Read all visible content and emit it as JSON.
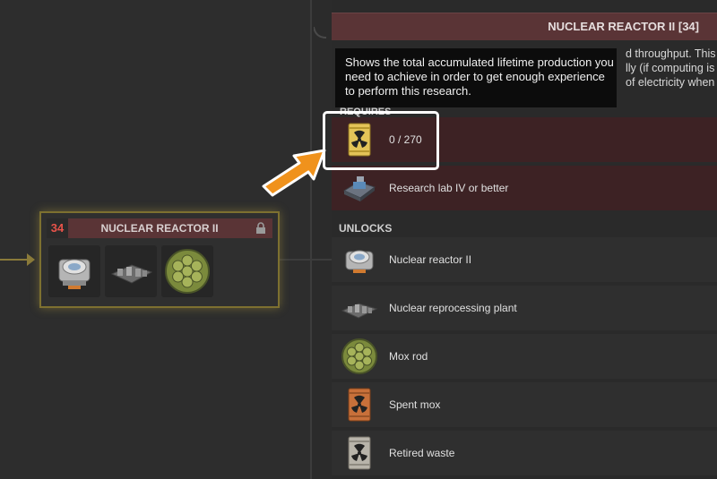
{
  "tree": {
    "node": {
      "number": "34",
      "title": "NUCLEAR REACTOR II",
      "icons": [
        "nuclear-reactor-icon",
        "reprocessing-plant-icon",
        "mox-rod-icon"
      ]
    }
  },
  "panel": {
    "title": "NUCLEAR REACTOR II [34]",
    "description_lines": [
      "d throughput. This",
      "lly (if computing is",
      "of electricity when"
    ],
    "requires_label": "REQUIRES",
    "requirements": [
      {
        "label": "0 / 270",
        "icon": "nuclear-waste-barrel-icon"
      },
      {
        "label": "Research lab IV or better",
        "icon": "research-lab-icon"
      }
    ],
    "unlocks_label": "UNLOCKS",
    "unlocks": [
      {
        "label": "Nuclear reactor II",
        "icon": "nuclear-reactor-icon"
      },
      {
        "label": "Nuclear reprocessing plant",
        "icon": "reprocessing-plant-icon"
      },
      {
        "label": "Mox rod",
        "icon": "mox-rod-icon"
      },
      {
        "label": "Spent mox",
        "icon": "spent-mox-barrel-icon"
      },
      {
        "label": "Retired waste",
        "icon": "retired-waste-barrel-icon"
      }
    ]
  },
  "tooltip": {
    "text": "Shows the total accumulated lifetime production you need to achieve in order to get enough experience to perform this research."
  },
  "colors": {
    "header_red": "#5a3436",
    "requirement_row": "#3d2224",
    "node_glow": "#7d7030",
    "number_red": "#e8534a",
    "arrow_orange": "#f0921c"
  }
}
